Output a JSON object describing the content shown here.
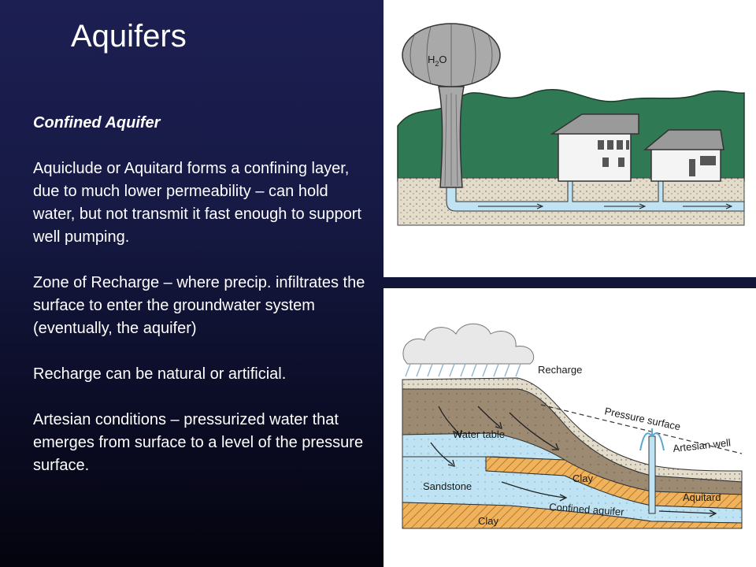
{
  "slide": {
    "title": "Aquifers",
    "subheading": "Confined Aquifer",
    "paragraphs": [
      "Aquiclude or Aquitard forms a confining layer, due to much lower permeability – can hold water, but not transmit it fast enough to support well pumping.",
      "Zone of Recharge – where precip. infiltrates the surface to enter the groundwater system (eventually, the aquifer)",
      "Recharge can be natural or artificial.",
      "Artesian conditions – pressurized water that emerges from surface to a level of the pressure surface."
    ]
  },
  "top_diagram": {
    "tank_label_main": "H",
    "tank_label_sub": "2",
    "tank_label_end": "O"
  },
  "bottom_diagram": {
    "labels": {
      "recharge": "Recharge",
      "pressure_surface": "Pressure surface",
      "water_table": "Water table",
      "artesian_well": "Artesian well",
      "clay_upper": "Clay",
      "sandstone": "Sandstone",
      "aquitard": "Aquitard",
      "confined_aquifer": "Confined aquifer",
      "clay_lower": "Clay"
    }
  },
  "colors": {
    "background_top": "#1c1f52",
    "background_bottom": "#04040e",
    "hills": "#2f7a55",
    "soil": "#e4dccb",
    "water": "#bfe3f3",
    "clay": "#f0b25a",
    "sediment": "#9c8a73"
  }
}
